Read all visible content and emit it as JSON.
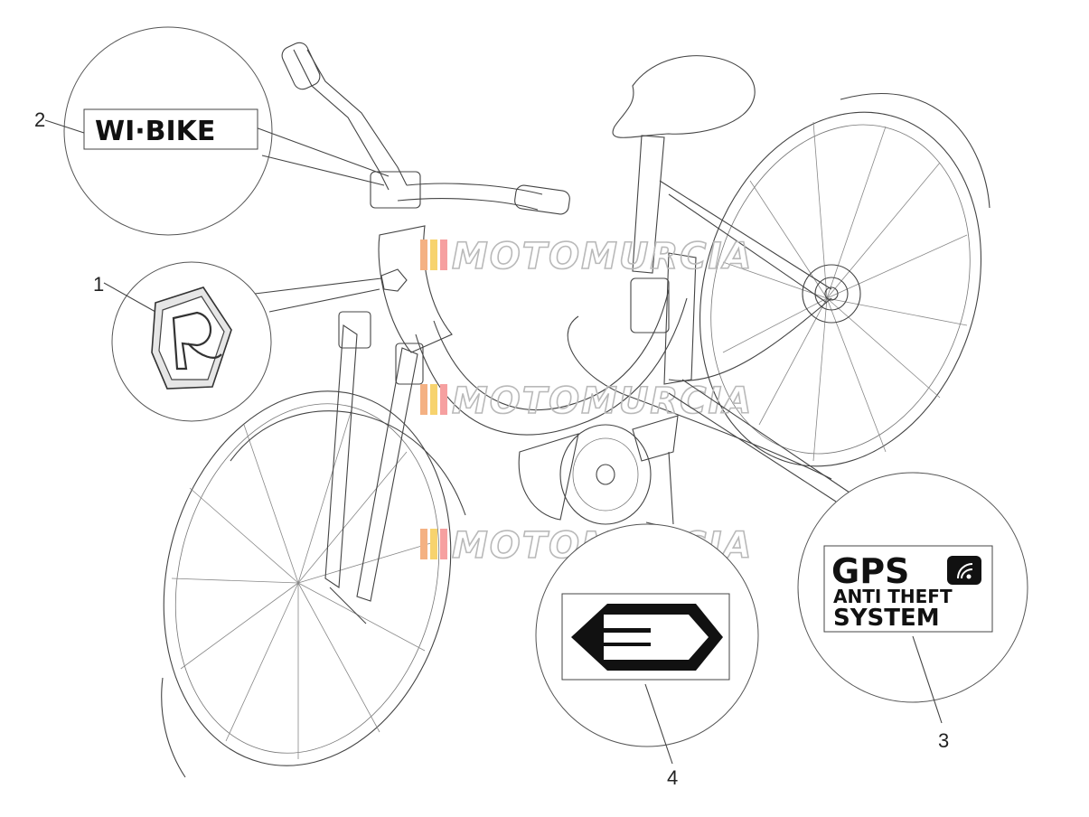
{
  "callouts": [
    {
      "number": "1"
    },
    {
      "number": "2"
    },
    {
      "number": "3"
    },
    {
      "number": "4"
    }
  ],
  "decals": {
    "wibike": "WI·BIKE",
    "gps_line1": "GPS",
    "gps_line2": "ANTI THEFT",
    "gps_line3": "SYSTEM"
  },
  "watermark": "MOTOMURCIA"
}
